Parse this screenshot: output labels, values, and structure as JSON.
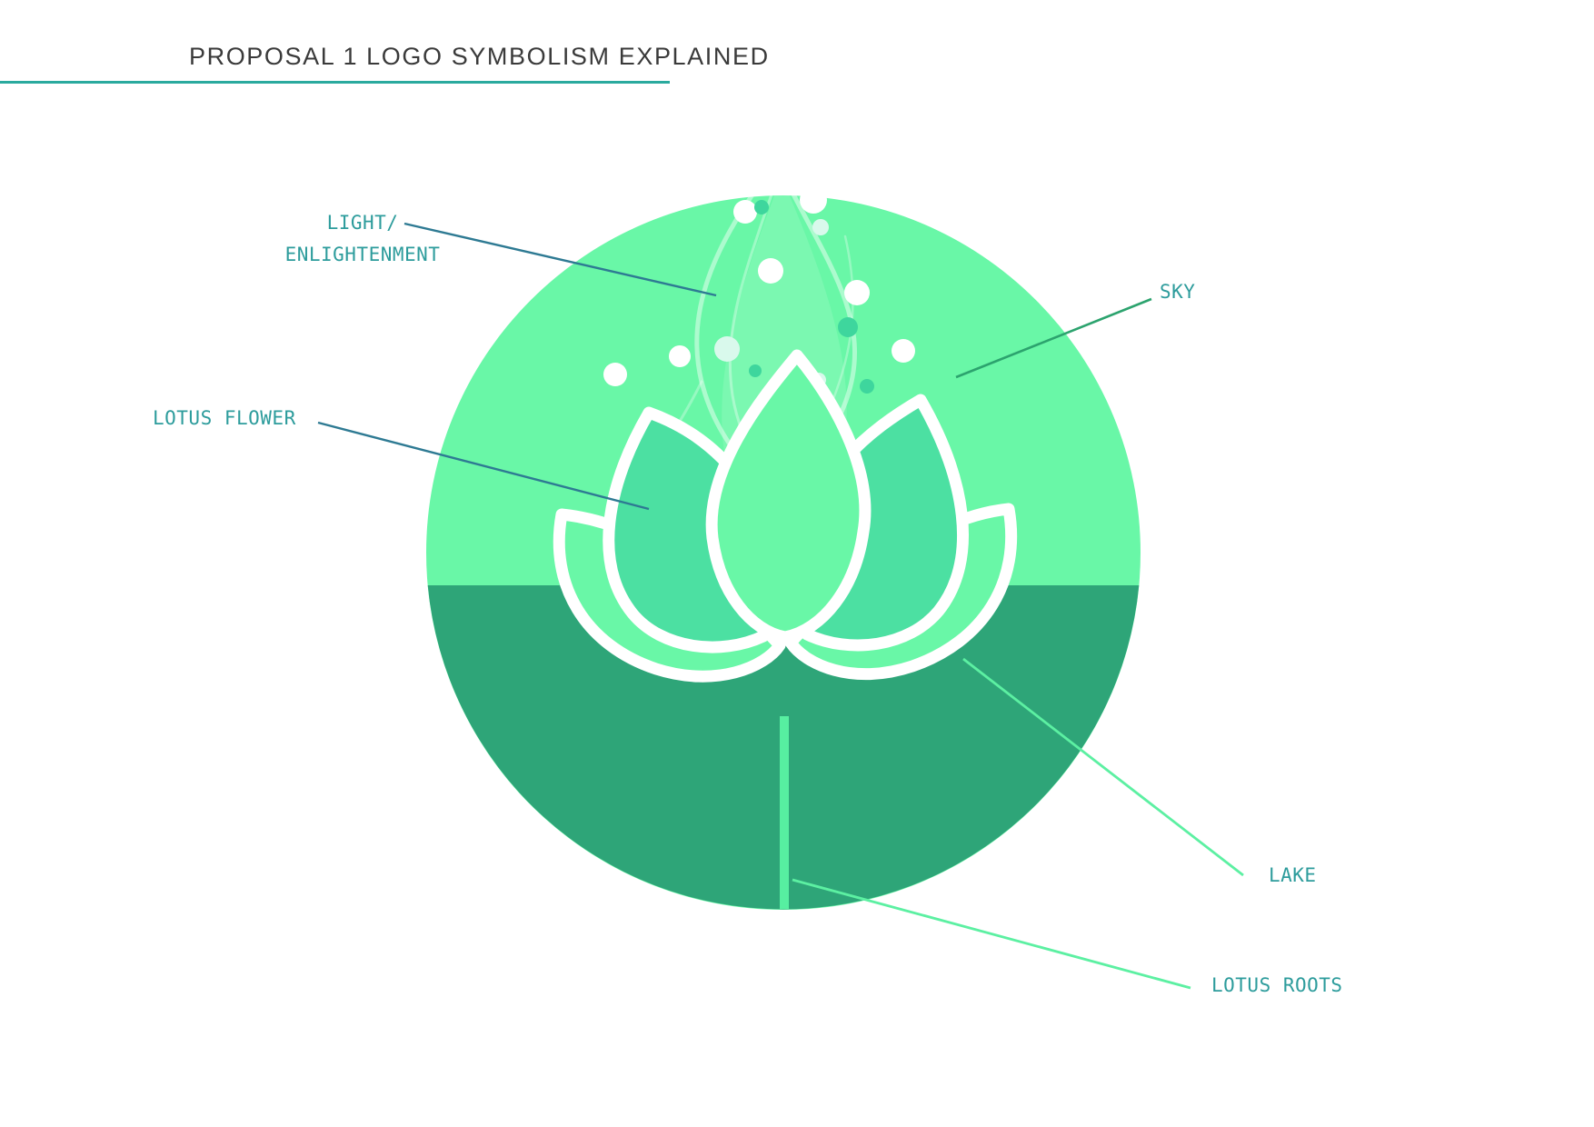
{
  "header": {
    "title": "PROPOSAL 1 LOGO SYMBOLISM EXPLAINED"
  },
  "diagram": {
    "description": "Circular logo split into sky (light green, top) and lake (dark green, bottom) with a white-outlined lotus flower on the waterline, rising light wisps and bubbles above it, and a root line descending into the lake",
    "callouts": {
      "light": {
        "line1": "LIGHT/",
        "line2": "ENLIGHTENMENT"
      },
      "sky": {
        "label": "SKY"
      },
      "lotus_flower": {
        "label": "LOTUS FLOWER"
      },
      "lake": {
        "label": "LAKE"
      },
      "lotus_roots": {
        "label": "LOTUS ROOTS"
      }
    }
  },
  "colors": {
    "sky_green": "#69f7a7",
    "lake_green": "#2ea578",
    "petal_green": "#4ce0a2",
    "pale_green": "#d9f9ec",
    "bubble_teal": "#3ed69d",
    "stem_green": "#57efa1",
    "label_teal": "#2d9c9c",
    "callout_teal_line": "#2e7a93",
    "callout_green_line": "#2ca36e",
    "callout_light_line": "#5cf0a2",
    "title_text": "#3a3a3a",
    "title_rule": "#2aaa9e"
  }
}
